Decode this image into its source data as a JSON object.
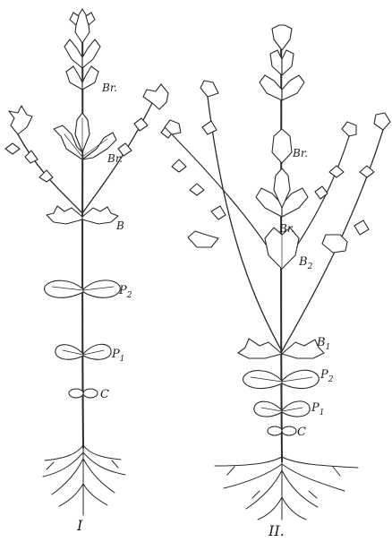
{
  "figure_1": {
    "numeral": "I",
    "labels": {
      "bract_upper": "Br.",
      "bract_lower": "Br.",
      "bract_leaf": "B",
      "pair_2": "P",
      "pair_2_sub": "2",
      "pair_1": "P",
      "pair_1_sub": "1",
      "cotyledons": "C"
    }
  },
  "figure_2": {
    "numeral": "II.",
    "labels": {
      "bract_upper": "Br.",
      "bract_lower": "Br.",
      "bract_2": "B",
      "bract_2_sub": "2",
      "bract_1": "B",
      "bract_1_sub": "1",
      "pair_2": "P",
      "pair_2_sub": "2",
      "pair_1": "P",
      "pair_1_sub": "1",
      "cotyledons": "C"
    }
  },
  "colors": {
    "ink": "#2a2a2a",
    "paper": "#ffffff"
  }
}
